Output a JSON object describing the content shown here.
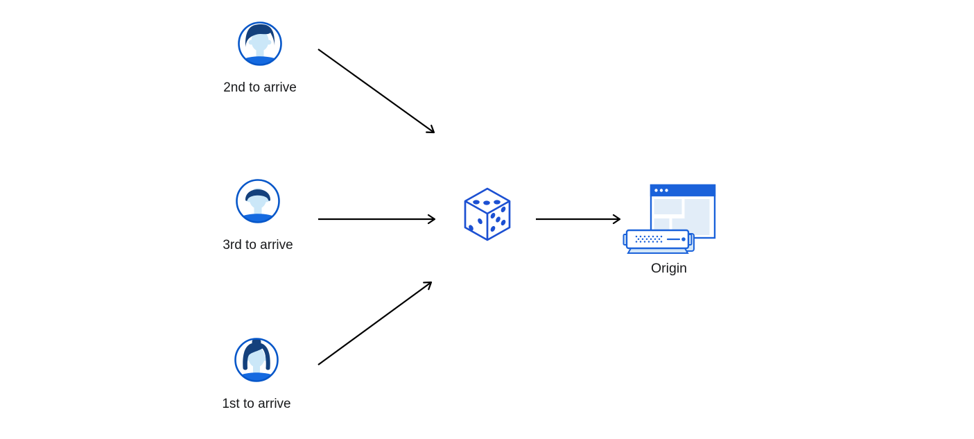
{
  "diagram": {
    "clients": [
      {
        "label": "2nd to arrive",
        "icon": "user-avatar-man-swept-hair-icon"
      },
      {
        "label": "3rd to arrive",
        "icon": "user-avatar-man-flat-top-icon"
      },
      {
        "label": "1st to arrive",
        "icon": "user-avatar-woman-bun-icon"
      }
    ],
    "selector": {
      "icon": "dice-icon"
    },
    "origin": {
      "label": "Origin",
      "icon": "origin-server-icon"
    },
    "flows": [
      {
        "from": "2nd to arrive",
        "to": "dice"
      },
      {
        "from": "3rd to arrive",
        "to": "dice"
      },
      {
        "from": "1st to arrive",
        "to": "dice"
      },
      {
        "from": "dice",
        "to": "Origin"
      }
    ],
    "colors": {
      "primary_blue": "#1b62da",
      "dice_blue": "#1c50d2",
      "avatar_stroke": "#0757c9",
      "hair_navy": "#14407c",
      "skin_light_blue": "#cbe7f8",
      "shirt_blue": "#156ae0",
      "panel_light_blue": "#e2edf8",
      "server_light_blue": "#d4e7f8",
      "arrow": "#000000",
      "text": "#17181a",
      "background": "#ffffff"
    }
  }
}
